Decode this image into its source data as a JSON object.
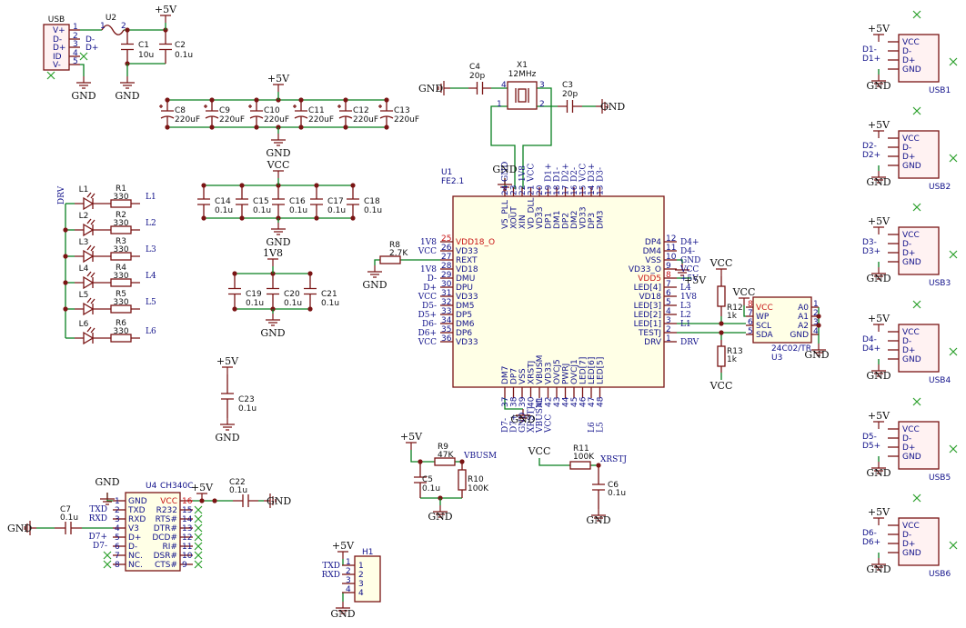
{
  "power": {
    "p5": "+5V",
    "vcc": "VCC",
    "gnd": "GND",
    "v18": "1V8"
  },
  "usb_conn": {
    "ref": "USB",
    "pins": [
      "V+",
      "D-",
      "D+",
      "ID",
      "V-"
    ],
    "nums": [
      "1",
      "2",
      "3",
      "4",
      "5"
    ],
    "nets": [
      "",
      "D-",
      "D+",
      "",
      ""
    ]
  },
  "fuse": {
    "ref": "U2",
    "p1": "1",
    "p2": "2"
  },
  "top_caps": [
    {
      "ref": "C1",
      "val": "10u"
    },
    {
      "ref": "C2",
      "val": "0.1u"
    }
  ],
  "bulk_caps": [
    {
      "ref": "C8",
      "val": "220uF"
    },
    {
      "ref": "C9",
      "val": "220uF"
    },
    {
      "ref": "C10",
      "val": "220uF"
    },
    {
      "ref": "C11",
      "val": "220uF"
    },
    {
      "ref": "C12",
      "val": "220uF"
    },
    {
      "ref": "C13",
      "val": "220uF"
    }
  ],
  "vcc_caps": [
    {
      "ref": "C14",
      "val": "0.1u"
    },
    {
      "ref": "C15",
      "val": "0.1u"
    },
    {
      "ref": "C16",
      "val": "0.1u"
    },
    {
      "ref": "C17",
      "val": "0.1u"
    },
    {
      "ref": "C18",
      "val": "0.1u"
    }
  ],
  "v18_caps": [
    {
      "ref": "C19",
      "val": "0.1u"
    },
    {
      "ref": "C20",
      "val": "0.1u"
    },
    {
      "ref": "C21",
      "val": "0.1u"
    }
  ],
  "c23": {
    "ref": "C23",
    "val": "0.1u"
  },
  "leds": {
    "net": "DRV",
    "items": [
      {
        "led": "L1",
        "res": "R1",
        "val": "330",
        "net": "L1"
      },
      {
        "led": "L2",
        "res": "R2",
        "val": "330",
        "net": "L2"
      },
      {
        "led": "L3",
        "res": "R3",
        "val": "330",
        "net": "L3"
      },
      {
        "led": "L4",
        "res": "R4",
        "val": "330",
        "net": "L4"
      },
      {
        "led": "L5",
        "res": "R5",
        "val": "330",
        "net": "L5"
      },
      {
        "led": "L6",
        "res": "R6",
        "val": "330",
        "net": "L6"
      }
    ]
  },
  "crystal": {
    "ref": "X1",
    "val": "12MHz",
    "p1": "1",
    "p2": "2",
    "p3": "3",
    "p4": "4",
    "c_left": {
      "ref": "C4",
      "val": "20p"
    },
    "c_right": {
      "ref": "C3",
      "val": "20p"
    }
  },
  "u1": {
    "ref": "U1",
    "val": "FE2.1",
    "left": [
      {
        "num": "25",
        "name": "VDD18_O",
        "net": "1V8",
        "red": true
      },
      {
        "num": "26",
        "name": "VD33",
        "net": "VCC"
      },
      {
        "num": "27",
        "name": "REXT",
        "net": ""
      },
      {
        "num": "28",
        "name": "VD18",
        "net": "1V8"
      },
      {
        "num": "29",
        "name": "DMU",
        "net": "D-"
      },
      {
        "num": "30",
        "name": "DPU",
        "net": "D+"
      },
      {
        "num": "31",
        "name": "VD33",
        "net": "VCC"
      },
      {
        "num": "32",
        "name": "DM5",
        "net": "D5-"
      },
      {
        "num": "33",
        "name": "DP5",
        "net": "D5+"
      },
      {
        "num": "34",
        "name": "DM6",
        "net": "D6-"
      },
      {
        "num": "35",
        "name": "DP6",
        "net": "D6+"
      },
      {
        "num": "36",
        "name": "VD33",
        "net": "VCC"
      }
    ],
    "right": [
      {
        "num": "12",
        "name": "DP4",
        "net": "D4+"
      },
      {
        "num": "11",
        "name": "DM4",
        "net": "D4-"
      },
      {
        "num": "10",
        "name": "VSS",
        "net": "GND"
      },
      {
        "num": "9",
        "name": "VD33_O",
        "net": "VCC"
      },
      {
        "num": "8",
        "name": "VDD5",
        "net": "+5V",
        "red": true
      },
      {
        "num": "7",
        "name": "LED[4]",
        "net": "L4"
      },
      {
        "num": "6",
        "name": "VD18",
        "net": "1V8"
      },
      {
        "num": "5",
        "name": "LED[3]",
        "net": "L3"
      },
      {
        "num": "4",
        "name": "LED[2]",
        "net": "L2"
      },
      {
        "num": "3",
        "name": "LED[1]",
        "net": "L1"
      },
      {
        "num": "2",
        "name": "TESTJ",
        "net": ""
      },
      {
        "num": "1",
        "name": "DRV",
        "net": "DRV"
      }
    ],
    "top": [
      {
        "num": "24",
        "name": "V5_PLL",
        "net": "GND"
      },
      {
        "num": "23",
        "name": "XOUT",
        "net": ""
      },
      {
        "num": "22",
        "name": "XIN",
        "net": "1V8"
      },
      {
        "num": "21",
        "name": "VD_DLL",
        "net": "VCC"
      },
      {
        "num": "20",
        "name": "VD33",
        "net": ""
      },
      {
        "num": "19",
        "name": "DP1",
        "net": "D1+"
      },
      {
        "num": "18",
        "name": "DM1",
        "net": "D1-"
      },
      {
        "num": "17",
        "name": "DP2",
        "net": "D2+"
      },
      {
        "num": "16",
        "name": "DM2",
        "net": "D2-"
      },
      {
        "num": "15",
        "name": "VD33",
        "net": "VCC"
      },
      {
        "num": "14",
        "name": "DP3",
        "net": "D3+"
      },
      {
        "num": "13",
        "name": "DM3",
        "net": "D3-"
      }
    ],
    "bottom": [
      {
        "num": "37",
        "name": "DM7",
        "net": "D7-"
      },
      {
        "num": "38",
        "name": "DP7",
        "net": "D7+"
      },
      {
        "num": "39",
        "name": "VSS",
        "net": "GND"
      },
      {
        "num": "40",
        "name": "XRSTJ",
        "net": "XRSTJ"
      },
      {
        "num": "41",
        "name": "VBUSM",
        "net": "VBUSM"
      },
      {
        "num": "42",
        "name": "VD33",
        "net": "VCC"
      },
      {
        "num": "43",
        "name": "OVCJ5",
        "net": ""
      },
      {
        "num": "44",
        "name": "PWRJ",
        "net": ""
      },
      {
        "num": "45",
        "name": "OVCJ1",
        "net": ""
      },
      {
        "num": "46",
        "name": "LED[7]",
        "net": ""
      },
      {
        "num": "47",
        "name": "LED[6]",
        "net": "L6"
      },
      {
        "num": "48",
        "name": "LED[5]",
        "net": "L5"
      }
    ]
  },
  "r8": {
    "ref": "R8",
    "val": "2.7K"
  },
  "eeprom": {
    "ref": "U3",
    "val": "24C02/TR",
    "left": [
      {
        "num": "8",
        "name": "VCC",
        "red": true
      },
      {
        "num": "7",
        "name": "WP"
      },
      {
        "num": "6",
        "name": "SCL"
      },
      {
        "num": "5",
        "name": "SDA"
      }
    ],
    "right": [
      {
        "num": "1",
        "name": "A0"
      },
      {
        "num": "2",
        "name": "A1"
      },
      {
        "num": "3",
        "name": "A2"
      },
      {
        "num": "4",
        "name": "GND"
      }
    ],
    "r12": {
      "ref": "R12",
      "val": "1k"
    },
    "r13": {
      "ref": "R13",
      "val": "1k"
    }
  },
  "vbus_div": {
    "r9": {
      "ref": "R9",
      "val": "47K"
    },
    "r10": {
      "ref": "R10",
      "val": "100K"
    },
    "c5": {
      "ref": "C5",
      "val": "0.1u"
    },
    "net": "VBUSM"
  },
  "reset": {
    "r11": {
      "ref": "R11",
      "val": "100K"
    },
    "c6": {
      "ref": "C6",
      "val": "0.1u"
    },
    "net": "XRSTJ"
  },
  "ch340": {
    "ref": "U4",
    "val": "CH340C",
    "left": [
      {
        "num": "1",
        "name": "GND",
        "net": "GND"
      },
      {
        "num": "2",
        "name": "TXD",
        "net": "TXD"
      },
      {
        "num": "3",
        "name": "RXD",
        "net": "RXD"
      },
      {
        "num": "4",
        "name": "V3",
        "net": ""
      },
      {
        "num": "5",
        "name": "D+",
        "net": "D7+"
      },
      {
        "num": "6",
        "name": "D-",
        "net": "D7-"
      },
      {
        "num": "7",
        "name": "NC.",
        "net": ""
      },
      {
        "num": "8",
        "name": "NC.",
        "net": ""
      }
    ],
    "right": [
      {
        "num": "16",
        "name": "VCC",
        "red": true
      },
      {
        "num": "15",
        "name": "R232"
      },
      {
        "num": "14",
        "name": "RTS#"
      },
      {
        "num": "13",
        "name": "DTR#"
      },
      {
        "num": "12",
        "name": "DCD#"
      },
      {
        "num": "11",
        "name": "RI#"
      },
      {
        "num": "10",
        "name": "DSR#"
      },
      {
        "num": "9",
        "name": "CTS#"
      }
    ],
    "c7": {
      "ref": "C7",
      "val": "0.1u"
    },
    "c22": {
      "ref": "C22",
      "val": "0.1u"
    }
  },
  "h1": {
    "ref": "H1",
    "nums": [
      "1",
      "2",
      "3",
      "4"
    ],
    "nets": [
      "TXD",
      "RXD",
      "",
      ""
    ]
  },
  "usb_ports": [
    {
      "ref": "USB1",
      "dm": "D1-",
      "dp": "D1+"
    },
    {
      "ref": "USB2",
      "dm": "D2-",
      "dp": "D2+"
    },
    {
      "ref": "USB3",
      "dm": "D3-",
      "dp": "D3+"
    },
    {
      "ref": "USB4",
      "dm": "D4-",
      "dp": "D4+"
    },
    {
      "ref": "USB5",
      "dm": "D5-",
      "dp": "D5+"
    },
    {
      "ref": "USB6",
      "dm": "D6-",
      "dp": "D6+"
    }
  ],
  "usb_port_pins": [
    "VCC",
    "D-",
    "D+",
    "GND"
  ]
}
